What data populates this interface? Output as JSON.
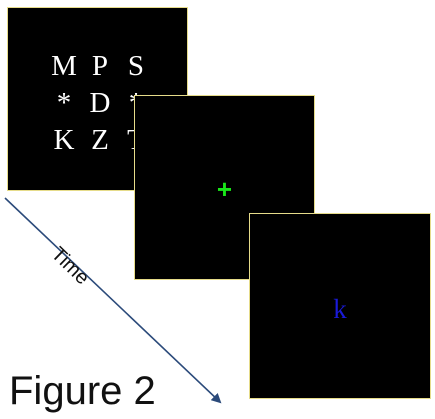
{
  "screens": {
    "memory_array": {
      "rows": [
        [
          "M",
          "P",
          "S"
        ],
        [
          "*",
          "D",
          "*"
        ],
        [
          "K",
          "Z",
          "T"
        ]
      ]
    },
    "fixation": {
      "symbol": "+"
    },
    "probe": {
      "letter": "k"
    }
  },
  "time_label": "Time",
  "caption": "Figure 2",
  "colors": {
    "screen_background": "#000000",
    "screen_border": "#e6dc8a",
    "memory_letters": "#ffffff",
    "fixation_cross": "#19e619",
    "probe_letter": "#1a1ad8",
    "time_arrow": "#2b4a7a"
  }
}
